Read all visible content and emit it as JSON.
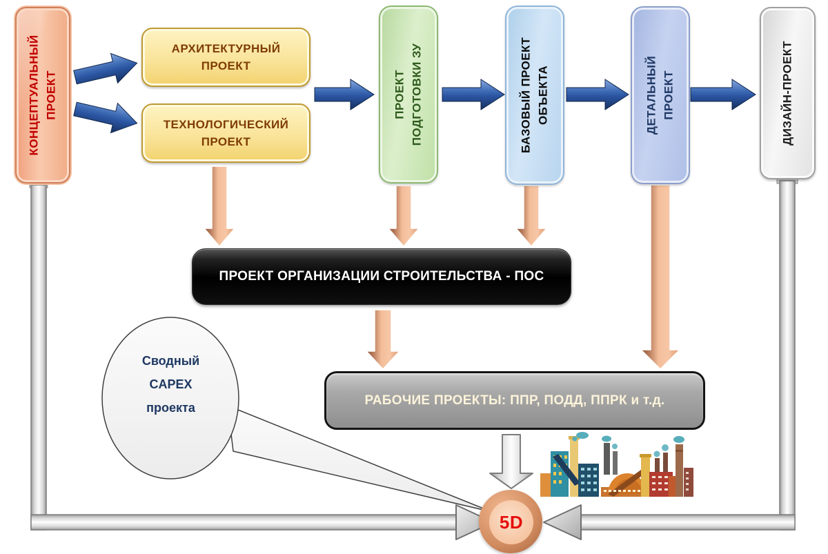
{
  "title": "Project stages flow diagram",
  "stages": {
    "conceptual": {
      "lines": [
        "КОНЦЕПТУАЛЬНЫЙ",
        "ПРОЕКТ"
      ]
    },
    "architectural": {
      "lines": [
        "АРХИТЕКТУРНЫЙ",
        "ПРОЕКТ"
      ]
    },
    "technological": {
      "lines": [
        "ТЕХНОЛОГИЧЕСКИЙ",
        "ПРОЕКТ"
      ]
    },
    "site_preparation": {
      "lines": [
        "ПРОЕКТ",
        "ПОДГОТОВКИ ЗУ"
      ]
    },
    "basic": {
      "lines": [
        "БАЗОВЫЙ ПРОЕКТ",
        "ОБЪЕКТА"
      ]
    },
    "detailed": {
      "lines": [
        "ДЕТАЛЬНЫЙ",
        "ПРОЕКТ"
      ]
    },
    "design": {
      "lines": [
        "ДИЗАЙН-ПРОЕКТ"
      ]
    }
  },
  "pos_box": {
    "label": "ПРОЕКТ ОРГАНИЗАЦИИ СТРОИТЕЛЬСТВА - ПОС"
  },
  "working_projects_box": {
    "label": "РАБОЧИЕ ПРОЕКТЫ: ППР, ПОДД, ППРК и т.д."
  },
  "capex_callout": {
    "lines": [
      "Сводный",
      "CAPEX",
      "проекта"
    ]
  },
  "hub": {
    "label": "5D"
  },
  "connections": [
    "conceptual -> architectural (blue arrow)",
    "conceptual -> technological (blue arrow)",
    "architectural/technological -> site_preparation (blue arrow)",
    "site_preparation -> basic (blue arrow)",
    "basic -> detailed (blue arrow)",
    "detailed -> design (blue arrow)",
    "technological -> pos_box (salmon arrow)",
    "site_preparation -> pos_box (salmon arrow)",
    "basic -> pos_box (salmon arrow)",
    "pos_box -> working_projects_box (salmon arrow)",
    "detailed -> working_projects_box (salmon arrow)",
    "working_projects_box -> hub (gray arrow)",
    "conceptual -> hub (gray pipe arrow, left edge)",
    "design -> hub (gray pipe arrow, right edge)",
    "capex_callout -> hub (callout tail)"
  ],
  "colors": {
    "conceptual_text": "#C00000",
    "blue_arrow": "#2B55A2",
    "salmon_arrow": "#F3BD99",
    "gray_pipe": "#BFBFBF",
    "hub_label": "#E60D0D",
    "callout_text": "#1E3862"
  }
}
